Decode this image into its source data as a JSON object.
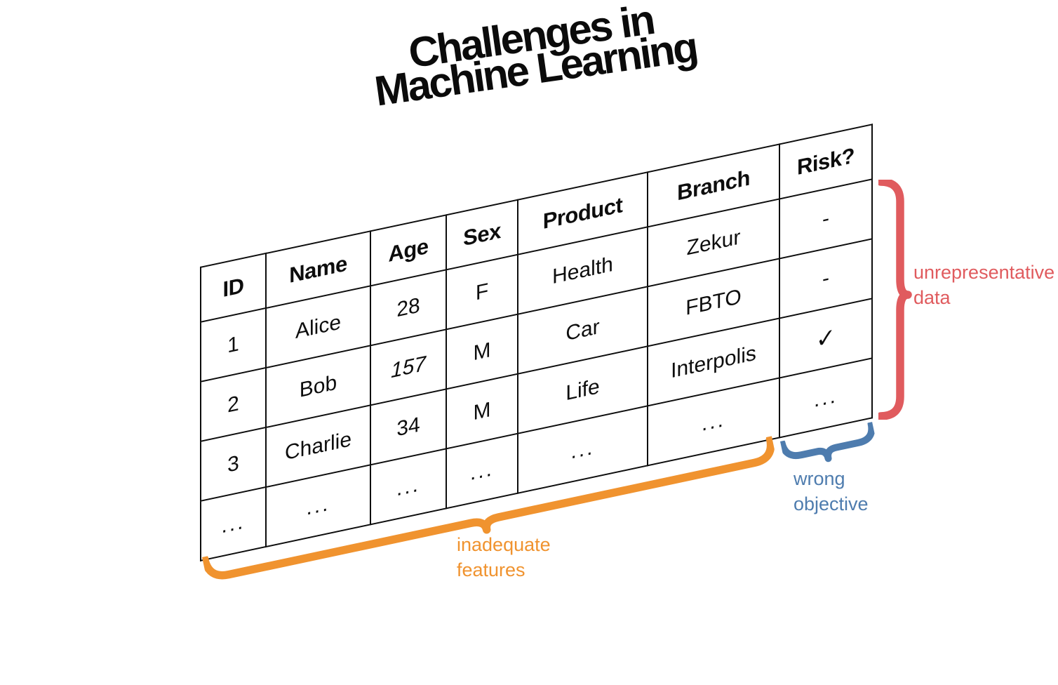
{
  "title": {
    "line1": "Challenges in",
    "line2": "Machine Learning"
  },
  "table": {
    "headers": [
      "ID",
      "Name",
      "Age",
      "Sex",
      "Product",
      "Branch",
      "Risk?"
    ],
    "rows": [
      [
        "1",
        "Alice",
        "28",
        "F",
        "Health",
        "Zekur",
        "-"
      ],
      [
        "2",
        "Bob",
        "157",
        "M",
        "Car",
        "FBTO",
        "-"
      ],
      [
        "3",
        "Charlie",
        "34",
        "M",
        "Life",
        "Interpolis",
        "✓"
      ],
      [
        "...",
        "...",
        "...",
        "...",
        "...",
        "...",
        "..."
      ]
    ]
  },
  "annotations": {
    "red": {
      "line1": "unrepresentative",
      "line2": "data",
      "color": "#e05b5e"
    },
    "blue": {
      "line1": "wrong",
      "line2": "objective",
      "color": "#4e7cae"
    },
    "orange": {
      "line1": "inadequate",
      "line2": "features",
      "color": "#f0932f"
    }
  }
}
